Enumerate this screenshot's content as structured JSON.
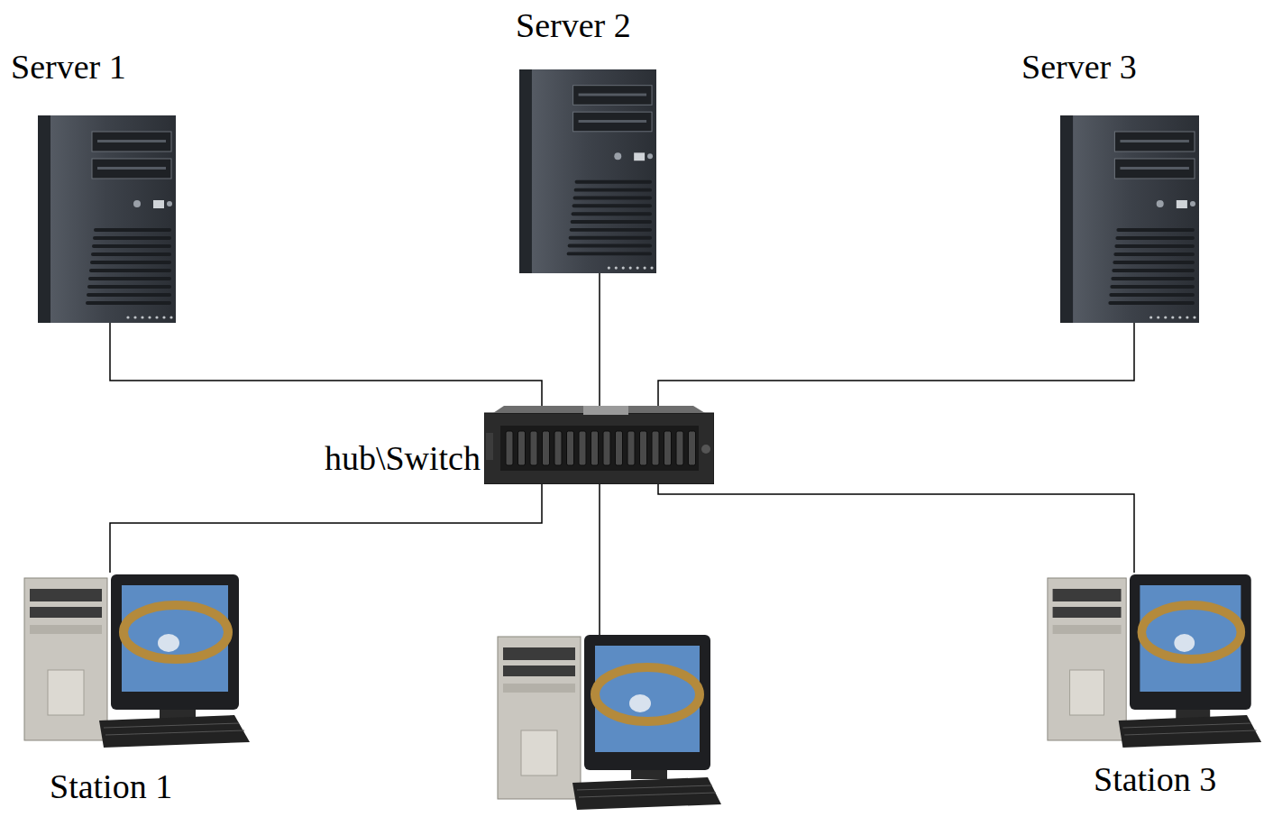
{
  "diagram": {
    "nodes": [
      {
        "text": [
          "Server 1"
        ]
      },
      {
        "text": [
          "Server 2"
        ]
      },
      {
        "text": [
          "Server 3"
        ]
      },
      {
        "text": [
          "hub\\Switch"
        ]
      },
      {
        "text": [
          "Station 1"
        ]
      },
      {
        "text": [
          "Station 3"
        ]
      }
    ],
    "edges": [
      {
        "from": 0,
        "to": 3,
        "arrow": "none"
      },
      {
        "from": 1,
        "to": 3,
        "arrow": "none"
      },
      {
        "from": 2,
        "to": 3,
        "arrow": "none"
      },
      {
        "from": 3,
        "to": 4,
        "arrow": "none"
      },
      {
        "from": 3,
        "to": 5,
        "arrow": "none"
      }
    ]
  }
}
